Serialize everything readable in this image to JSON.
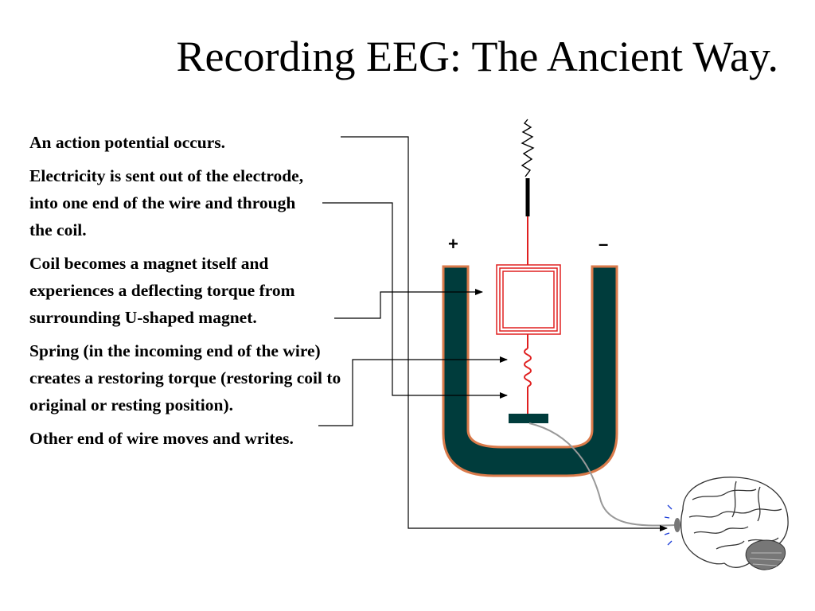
{
  "slide": {
    "title": "Recording EEG: The Ancient Way.",
    "steps": [
      "An action potential occurs.",
      "Electricity is sent out of the electrode, into one end of the wire and through the coil.",
      "Coil becomes a magnet itself and experiences a deflecting torque from surrounding U-shaped magnet.",
      "Spring (in the incoming end of the wire) creates a restoring torque (restoring coil to original or resting position).",
      "Other end of wire moves and writes."
    ]
  },
  "diagram": {
    "plus_label": "+",
    "minus_label": "–",
    "colors": {
      "magnet_fill": "#003c3c",
      "magnet_outline": "#d97a4a",
      "wire": "#e02020",
      "leader": "#000000",
      "electrode_wire": "#999999"
    },
    "icons": [
      "brain-icon",
      "electrode-icon",
      "spring-icon",
      "coil-icon",
      "pen-trace-icon"
    ]
  }
}
